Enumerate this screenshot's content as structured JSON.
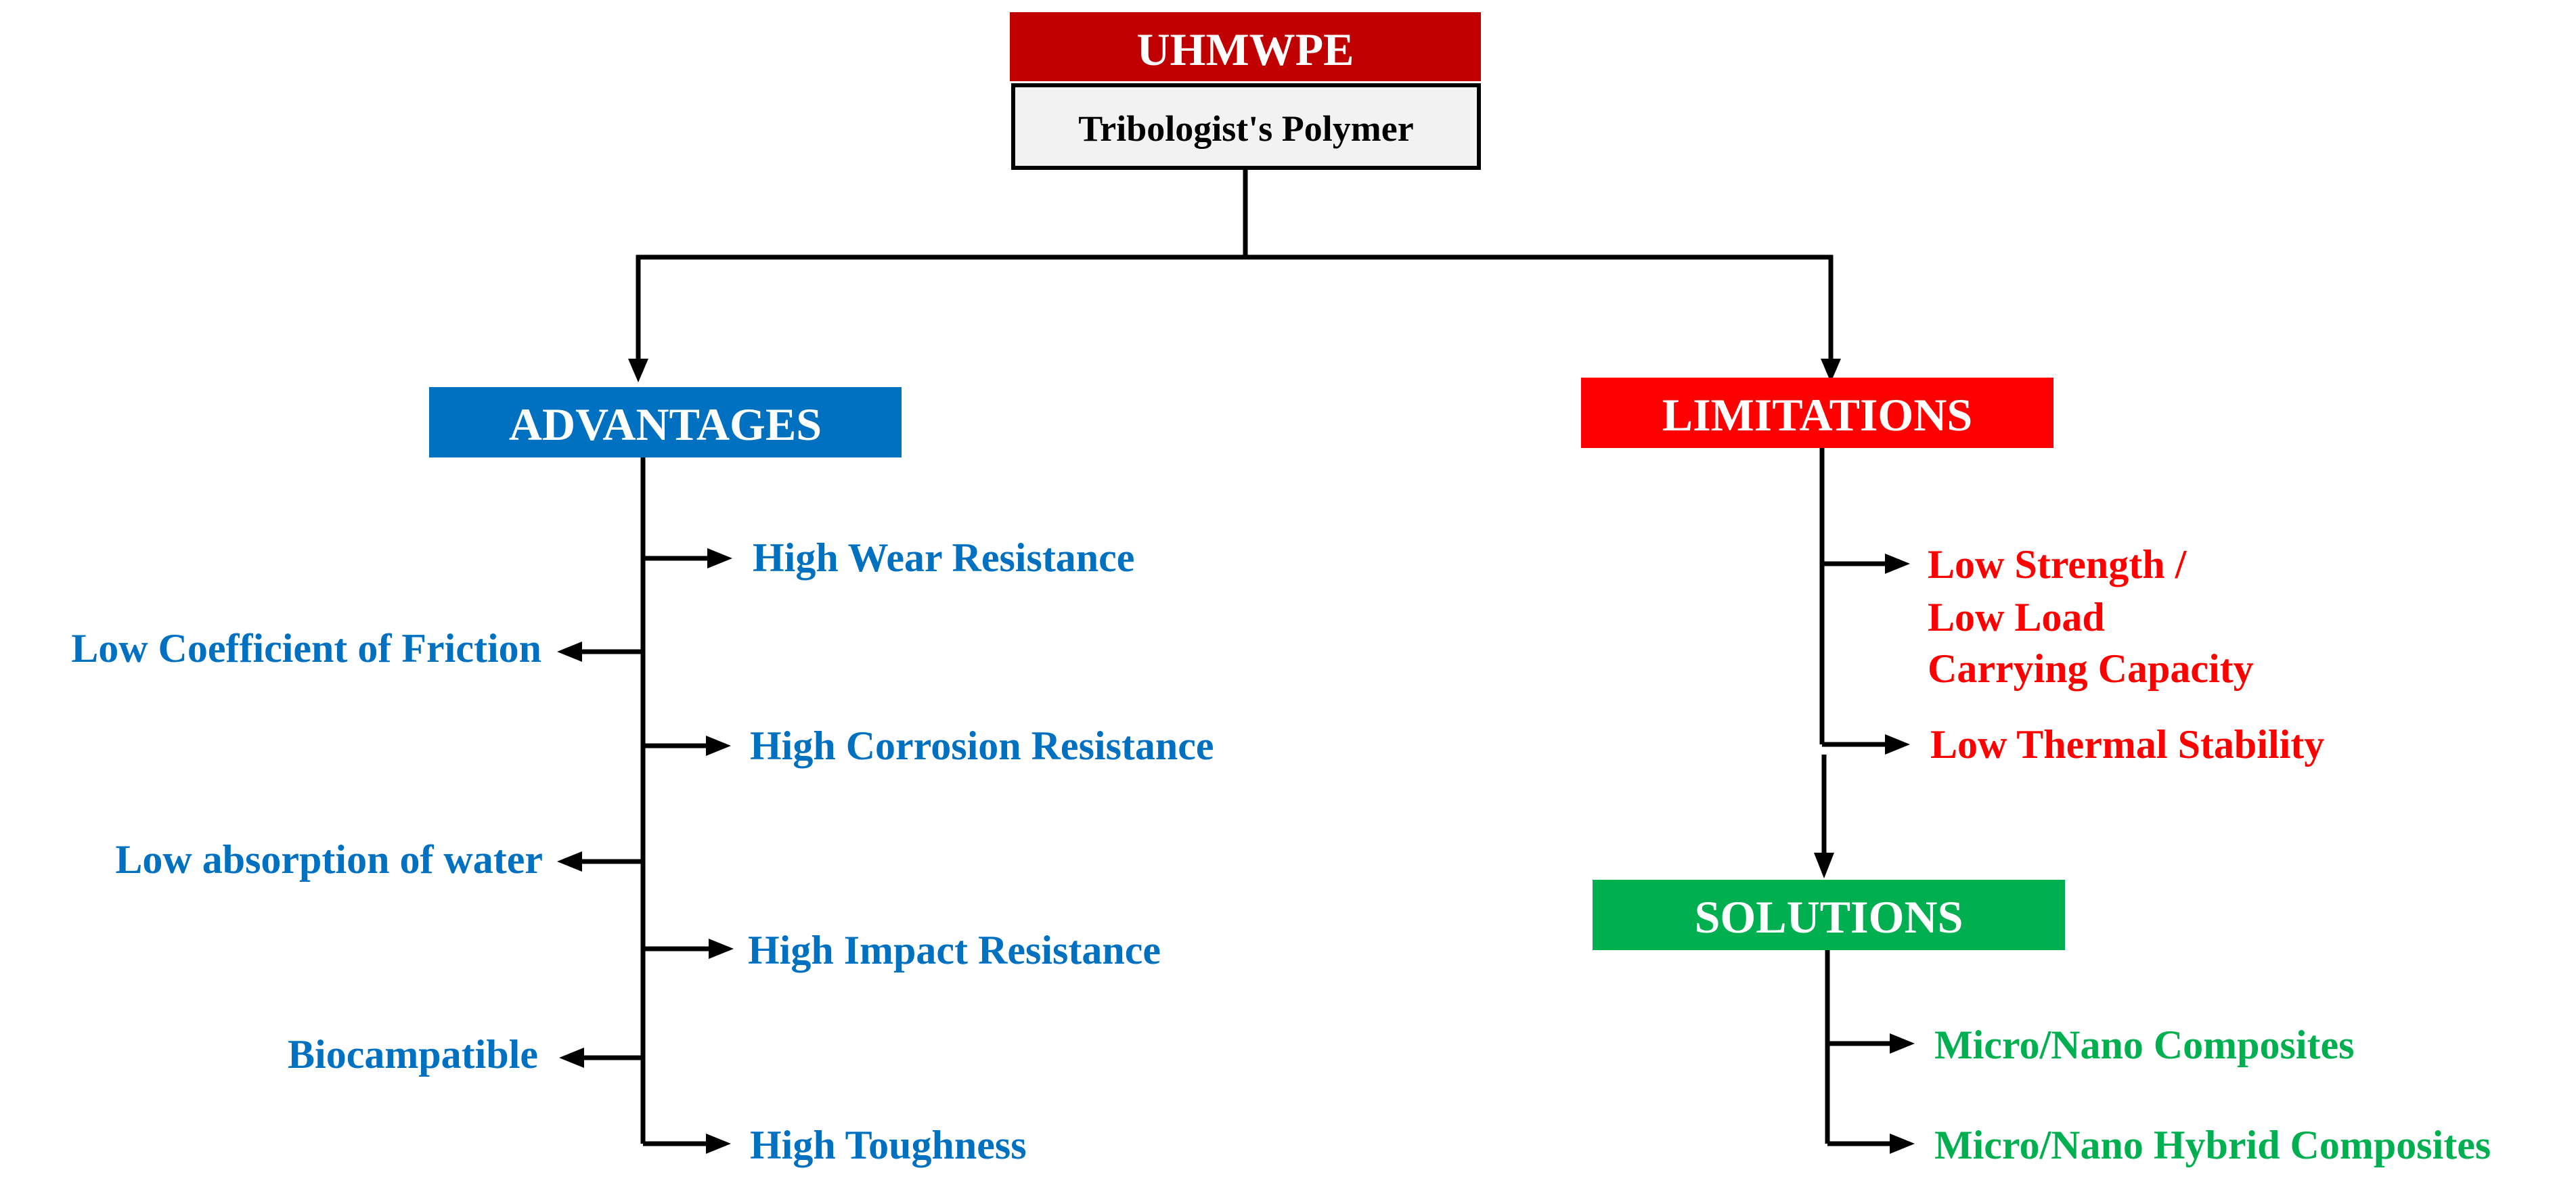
{
  "root": {
    "title": "UHMWPE",
    "subtitle": "Tribologist's Polymer"
  },
  "advantages": {
    "title": "ADVANTAGES",
    "right_items": [
      "High Wear Resistance",
      "High Corrosion Resistance",
      "High Impact Resistance",
      "High Toughness"
    ],
    "left_items": [
      "Low Coefficient of Friction",
      "Low absorption of water",
      "Biocampatible"
    ]
  },
  "limitations": {
    "title": "LIMITATIONS",
    "items": [
      [
        "Low Strength /",
        "Low Load",
        "Carrying Capacity"
      ],
      [
        "Low Thermal Stability"
      ]
    ]
  },
  "solutions": {
    "title": "SOLUTIONS",
    "items": [
      "Micro/Nano Composites",
      "Micro/Nano Hybrid Composites"
    ]
  },
  "colors": {
    "root_header": "#C00000",
    "root_subtitle_bg": "#F2F2F2",
    "advantages": "#0070C0",
    "limitations": "#FF0000",
    "solutions": "#00B050"
  }
}
